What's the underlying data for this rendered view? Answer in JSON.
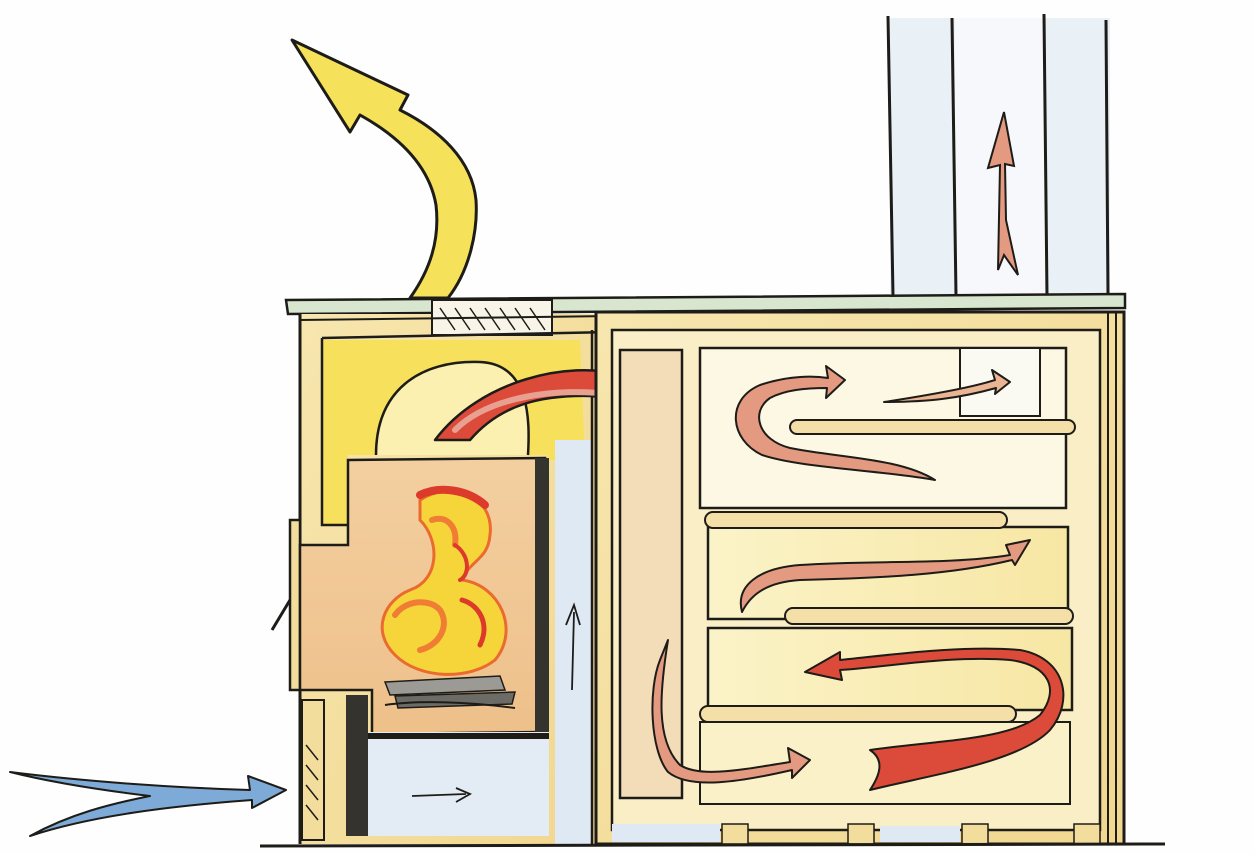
{
  "diagram": {
    "labels": [],
    "colors": {
      "paper": "#fdfefd",
      "ink": "#1e1c18",
      "warm_air": "#f6e25a",
      "hot_gas": "#dc4a3a",
      "cooler_gas": "#e49a80",
      "cold_air": "#7eaad8",
      "masonry": "#f3dd9c",
      "firebox_wall": "#f0c78e",
      "flame_yellow": "#f6d53a",
      "flame_orange": "#ef7d34",
      "slab": "#d8e6cf",
      "dark_base": "#3a3a36",
      "chimney_blue": "#e4ecf4"
    },
    "icons": [
      "warm-air-outlet-arrow",
      "cold-air-inlet-arrow",
      "flue-gas-arrow",
      "chimney-draft-arrow",
      "flame-icon",
      "logs-icon"
    ]
  }
}
